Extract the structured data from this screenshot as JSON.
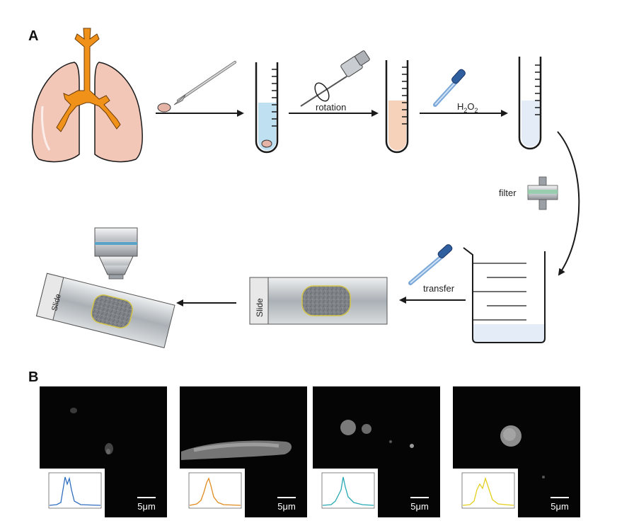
{
  "panels": {
    "a": "A",
    "b": "B"
  },
  "steps": {
    "rotation": "rotation",
    "h2o2_main": "H",
    "h2o2_sub1": "2",
    "h2o2_o": "O",
    "h2o2_sub2": "2",
    "filter": "filter",
    "transfer": "transfer",
    "slide1": "Slide",
    "slide2": "Slide"
  },
  "images": [
    {
      "scale": "5μm",
      "curve_color": "#2f6fc0"
    },
    {
      "scale": "5μm",
      "curve_color": "#e08a1e"
    },
    {
      "scale": "5μm",
      "curve_color": "#27a8b4"
    },
    {
      "scale": "5μm",
      "curve_color": "#e3cf1e"
    }
  ],
  "colors": {
    "lung_fill": "#f2c7b8",
    "bronchi": "#f0921a",
    "tube_blue": "#bfe0f0",
    "tube_orange": "#f7d2ba",
    "tube_light": "#e3ecf7"
  }
}
